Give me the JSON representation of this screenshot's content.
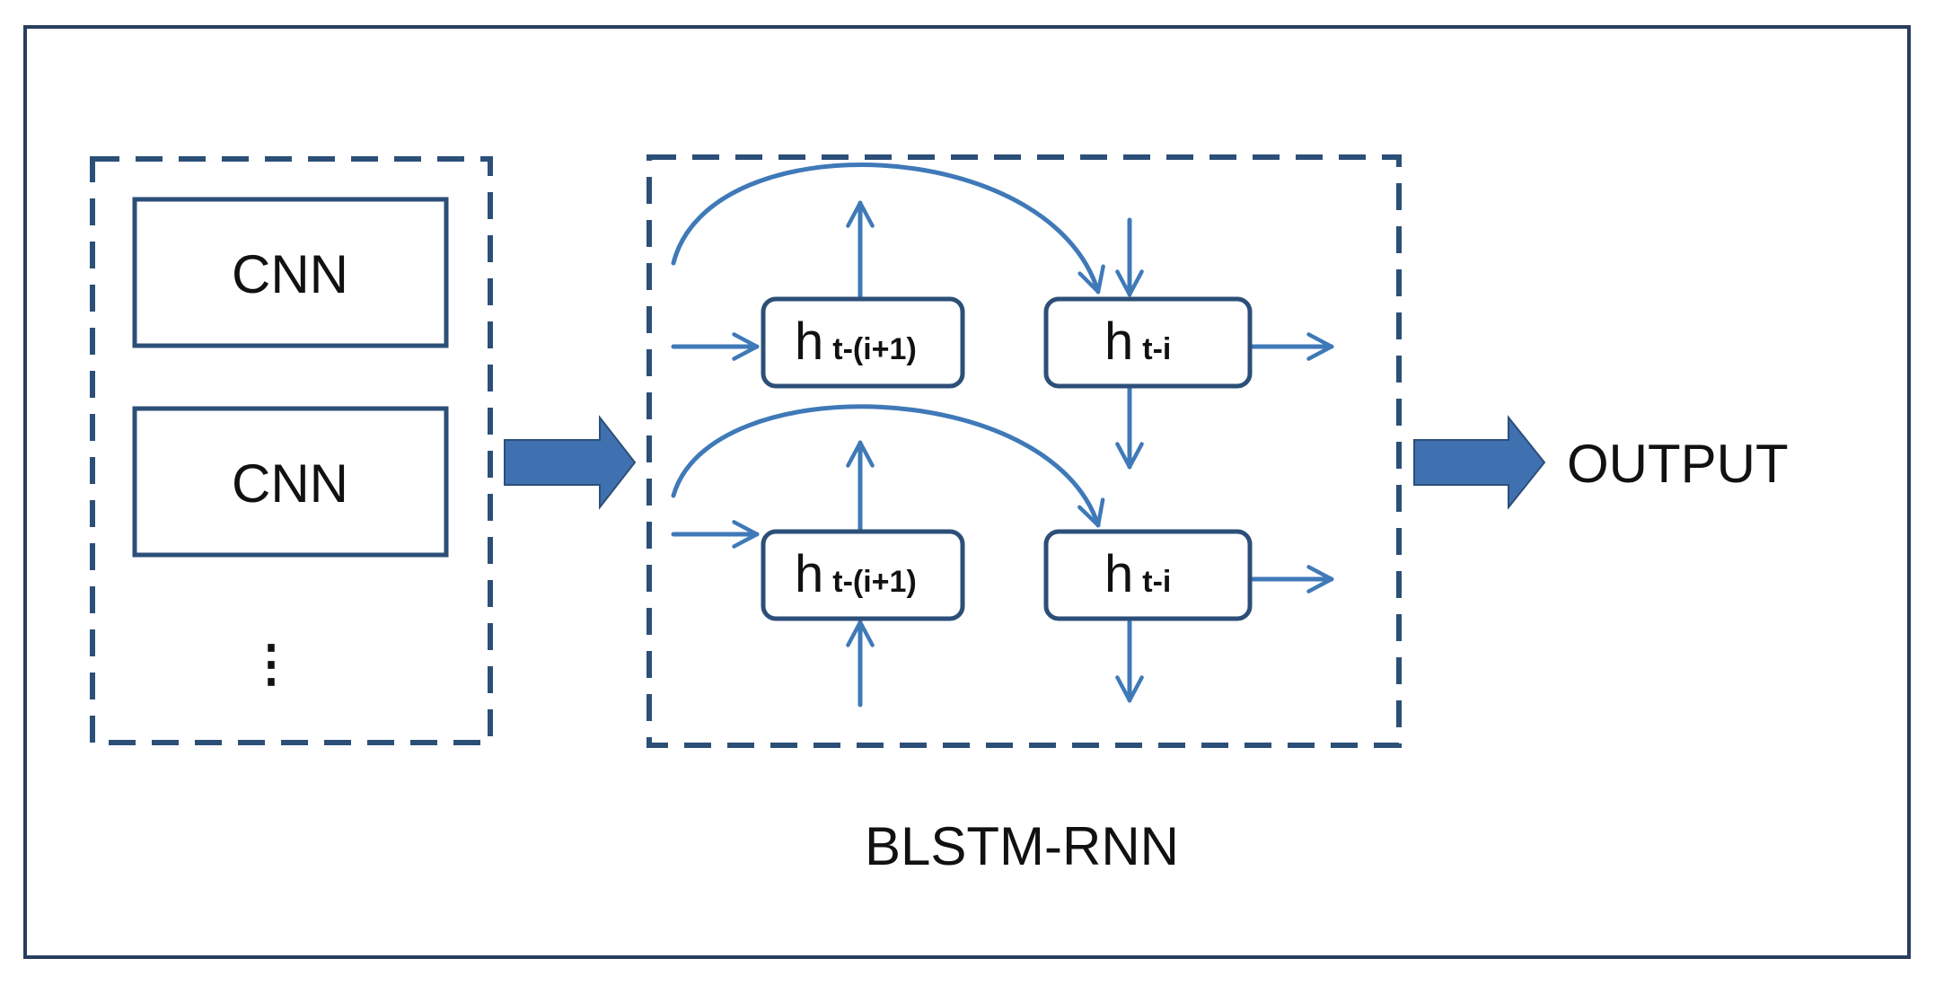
{
  "cnn_stack": {
    "blocks": [
      "CNN",
      "CNN"
    ],
    "ellipsis": "⋮"
  },
  "blstm": {
    "top_row": {
      "left_cell": {
        "main": "h",
        "sub": "t-(i+1)"
      },
      "right_cell": {
        "main": "h",
        "sub": "t-i"
      }
    },
    "bottom_row": {
      "left_cell": {
        "main": "h",
        "sub": "t-(i+1)"
      },
      "right_cell": {
        "main": "h",
        "sub": "t-i"
      }
    },
    "caption": "BLSTM-RNN"
  },
  "output_label": "OUTPUT",
  "colors": {
    "frame": "#2a3d5c",
    "dashed_border": "#2c4f78",
    "arrow_thin": "#3f79b8",
    "arrow_fat": "#3f71b0"
  }
}
